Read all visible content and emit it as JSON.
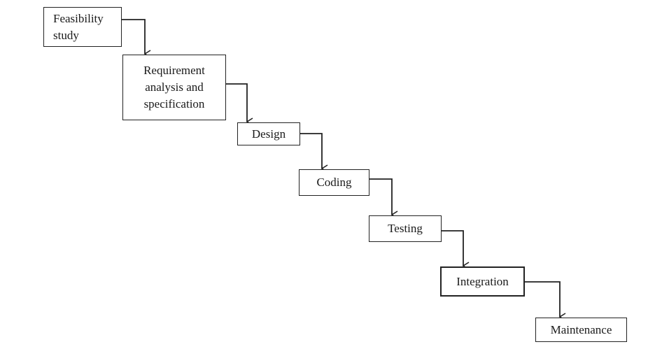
{
  "diagram": {
    "stages": [
      {
        "id": "feasibility",
        "lines": [
          "Feasibility",
          "study"
        ]
      },
      {
        "id": "requirements",
        "lines": [
          "Requirement",
          "analysis and",
          "specification"
        ]
      },
      {
        "id": "design",
        "lines": [
          "Design"
        ]
      },
      {
        "id": "coding",
        "lines": [
          "Coding"
        ]
      },
      {
        "id": "testing",
        "lines": [
          "Testing"
        ]
      },
      {
        "id": "integration",
        "lines": [
          "Integration"
        ]
      },
      {
        "id": "maintenance",
        "lines": [
          "Maintenance"
        ]
      }
    ],
    "line_color": "#222222"
  }
}
